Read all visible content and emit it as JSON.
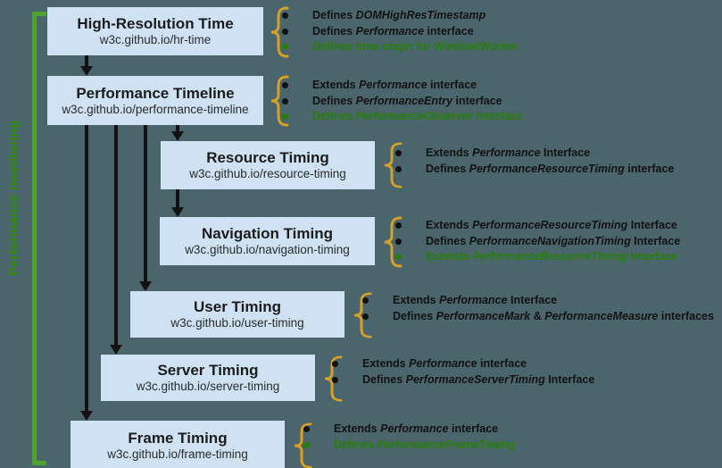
{
  "page": {
    "background": "#4b656d"
  },
  "colors": {
    "box_fill": "#cfe2f3",
    "brace_orange": "#d9a026",
    "green_text": "#268006",
    "bracket_green": "#4ca32e",
    "black_text": "#121212"
  },
  "side_label": "Performance monitoring",
  "icons": [
    "bullet-dot-icon",
    "brace-icon",
    "arrow-down-icon"
  ],
  "specs": [
    {
      "title": "High-Resolution Time",
      "url": "w3c.github.io/hr-time",
      "bullets": [
        {
          "color": "black",
          "segments": [
            {
              "text": "Defines "
            },
            {
              "text": "DOMHighResTimestamp",
              "italic": true
            }
          ]
        },
        {
          "color": "black",
          "segments": [
            {
              "text": "Defines "
            },
            {
              "text": "Performance",
              "italic": true
            },
            {
              "text": " interface"
            }
          ]
        },
        {
          "color": "green",
          "segments": [
            {
              "text": "Defines time origin for Window/Worker"
            }
          ]
        }
      ]
    },
    {
      "title": "Performance Timeline",
      "url": "w3c.github.io/performance-timeline",
      "bullets": [
        {
          "color": "black",
          "segments": [
            {
              "text": "Extends "
            },
            {
              "text": "Performance",
              "italic": true
            },
            {
              "text": " interface"
            }
          ]
        },
        {
          "color": "black",
          "segments": [
            {
              "text": "Defines "
            },
            {
              "text": "PerformanceEntry",
              "italic": true
            },
            {
              "text": " interface"
            }
          ]
        },
        {
          "color": "green",
          "segments": [
            {
              "text": "Defines "
            },
            {
              "text": "PerformanceObserver",
              "italic": true
            },
            {
              "text": " interface"
            }
          ]
        }
      ]
    },
    {
      "title": "Resource Timing",
      "url": "w3c.github.io/resource-timing",
      "bullets": [
        {
          "color": "black",
          "segments": [
            {
              "text": "Extends "
            },
            {
              "text": "Performance",
              "italic": true
            },
            {
              "text": " Interface"
            }
          ]
        },
        {
          "color": "black",
          "segments": [
            {
              "text": "Defines "
            },
            {
              "text": "PerformanceResourceTiming",
              "italic": true
            },
            {
              "text": " interface"
            }
          ]
        }
      ]
    },
    {
      "title": "Navigation Timing",
      "url": "w3c.github.io/navigation-timing",
      "bullets": [
        {
          "color": "black",
          "segments": [
            {
              "text": "Extends "
            },
            {
              "text": "PerformanceResourceTiming",
              "italic": true
            },
            {
              "text": " Interface"
            }
          ]
        },
        {
          "color": "black",
          "segments": [
            {
              "text": "Defines "
            },
            {
              "text": "PerformanceNavigationTiming",
              "italic": true
            },
            {
              "text": " Interface"
            }
          ]
        },
        {
          "color": "green",
          "segments": [
            {
              "text": "Extends "
            },
            {
              "text": "PerformanceResourceTiming",
              "italic": true
            },
            {
              "text": " interface"
            }
          ]
        }
      ]
    },
    {
      "title": "User Timing",
      "url": "w3c.github.io/user-timing",
      "bullets": [
        {
          "color": "black",
          "segments": [
            {
              "text": "Extends "
            },
            {
              "text": "Performance",
              "italic": true
            },
            {
              "text": " Interface"
            }
          ]
        },
        {
          "color": "black",
          "segments": [
            {
              "text": "Defines "
            },
            {
              "text": "PerformanceMark",
              "italic": true
            },
            {
              "text": " & "
            },
            {
              "text": "PerformanceMeasure",
              "italic": true
            },
            {
              "text": " interfaces"
            }
          ]
        }
      ]
    },
    {
      "title": "Server Timing",
      "url": "w3c.github.io/server-timing",
      "bullets": [
        {
          "color": "black",
          "segments": [
            {
              "text": "Extends "
            },
            {
              "text": "Performance",
              "italic": true
            },
            {
              "text": " interface"
            }
          ]
        },
        {
          "color": "black",
          "segments": [
            {
              "text": "Defines "
            },
            {
              "text": "PerformanceServerTiming",
              "italic": true
            },
            {
              "text": " Interface"
            }
          ]
        }
      ]
    },
    {
      "title": "Frame Timing",
      "url": "w3c.github.io/frame-timing",
      "bullets": [
        {
          "color": "black",
          "segments": [
            {
              "text": "Extends "
            },
            {
              "text": "Performance",
              "italic": true
            },
            {
              "text": " interface"
            }
          ]
        },
        {
          "color": "green",
          "segments": [
            {
              "text": "Defines "
            },
            {
              "text": "PerformanceFrameTiming",
              "italic": true
            }
          ]
        }
      ]
    }
  ]
}
